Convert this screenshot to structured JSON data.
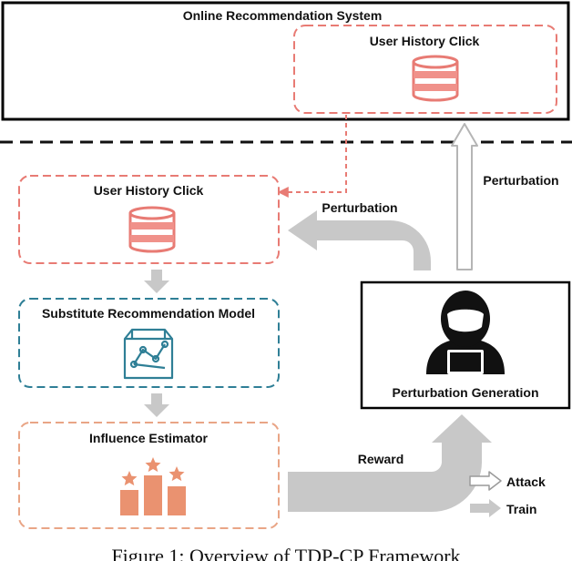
{
  "online_system": {
    "title": "Online Recommendation System",
    "inner_label": "User History Click"
  },
  "local_history": {
    "label": "User History Click"
  },
  "substitute_model": {
    "label": "Substitute Recommendation Model"
  },
  "influence_estimator": {
    "label": "Influence Estimator"
  },
  "perturbation_generation": {
    "label": "Perturbation Generation"
  },
  "edges": {
    "perturbation_local": "Perturbation",
    "perturbation_online": "Perturbation",
    "reward": "Reward"
  },
  "legend": {
    "attack": "Attack",
    "train": "Train"
  },
  "caption": "Figure 1: Overview of TDP-CP Framework",
  "colors": {
    "history_dash": "#e87b74",
    "database_fill": "#f0918a",
    "model_dash": "#2f7f96",
    "model_icon": "#2f7f96",
    "estimator_dash": "#e9a586",
    "estimator_bars": "#ea9270",
    "train_arrow": "#c8c8c8"
  }
}
